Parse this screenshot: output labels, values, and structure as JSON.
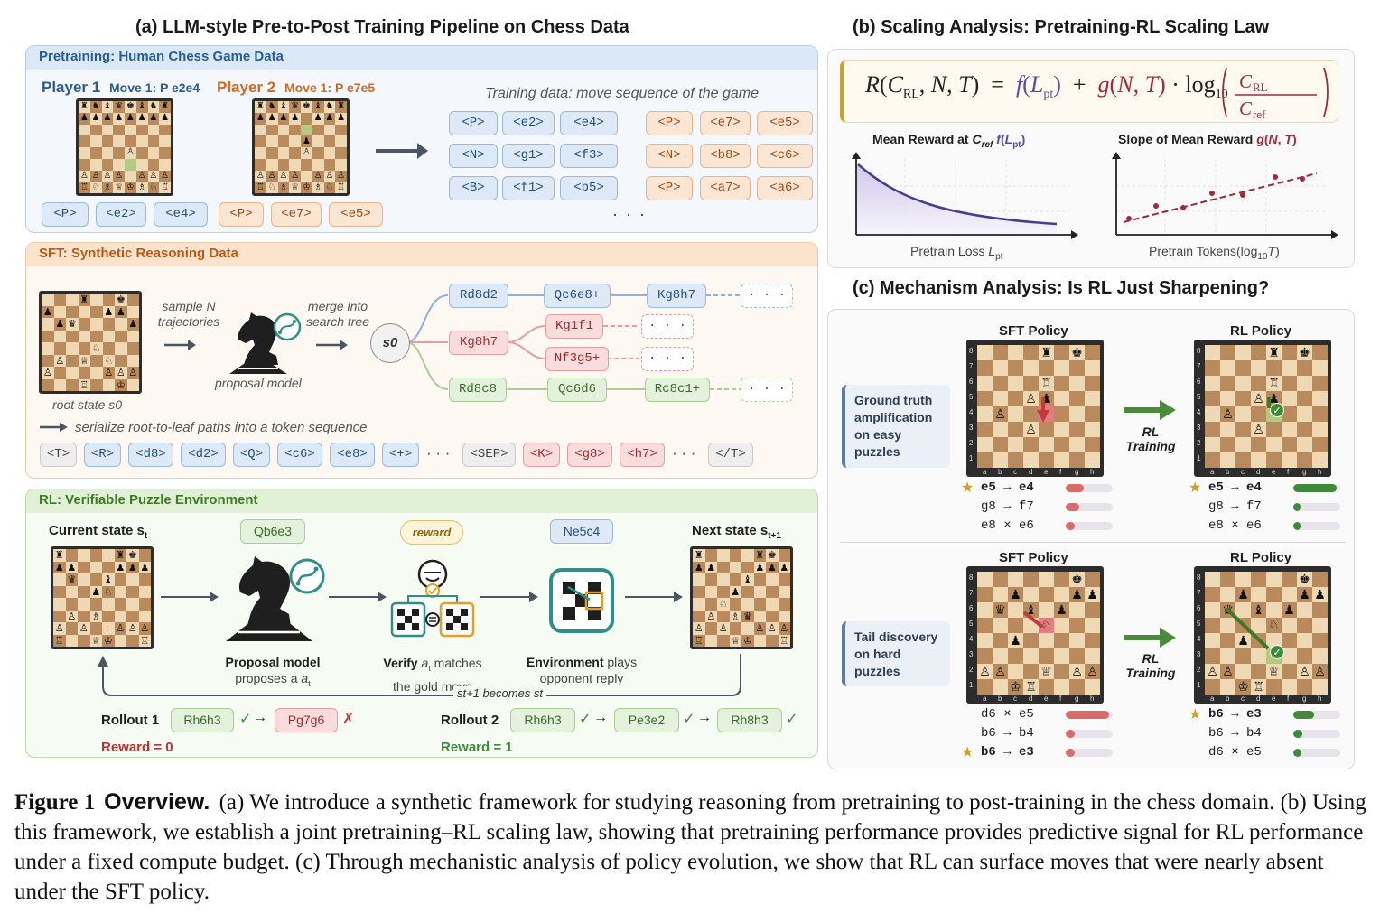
{
  "panel_a": {
    "title": "(a) LLM-style Pre-to-Post Training Pipeline on Chess Data",
    "pretraining": {
      "header": "Pretraining: Human Chess Game Data",
      "player1": "Player 1",
      "player1_move": "Move 1: P e2e4",
      "player2": "Player 2",
      "player2_move": "Move 1: P e7e5",
      "training_caption": "Training data: move sequence of the game",
      "p1_tokens": [
        "<P>",
        "<e2>",
        "<e4>"
      ],
      "p2_tokens": [
        "<P>",
        "<e7>",
        "<e5>"
      ],
      "seq_blue": [
        [
          "<P>",
          "<e2>",
          "<e4>"
        ],
        [
          "<N>",
          "<g1>",
          "<f3>"
        ],
        [
          "<B>",
          "<f1>",
          "<b5>"
        ]
      ],
      "seq_orange": [
        [
          "<P>",
          "<e7>",
          "<e5>"
        ],
        [
          "<N>",
          "<b8>",
          "<c6>"
        ],
        [
          "<P>",
          "<a7>",
          "<a6>"
        ]
      ],
      "ellipsis": "· · ·"
    },
    "sft": {
      "header": "SFT: Synthetic Reasoning Data",
      "root_label": "root state s0",
      "sample_label": "sample N trajectories",
      "merge_label": "merge into search tree",
      "proposal_label": "proposal model",
      "s0": "s0",
      "tree_blue": [
        "Rd8d2",
        "Qc6e8+",
        "Kg8h7"
      ],
      "tree_red": [
        "Kg8h7",
        "Kg1f1",
        "Nf3g5+"
      ],
      "tree_green": [
        "Rd8c8",
        "Qc6d6",
        "Rc8c1+"
      ],
      "dots": "· · ·",
      "serialize_label": "serialize root-to-leaf paths into a token sequence",
      "tokens": [
        {
          "t": "<T>",
          "c": "tg"
        },
        {
          "t": "<R>",
          "c": "tb"
        },
        {
          "t": "<d8>",
          "c": "tb"
        },
        {
          "t": "<d2>",
          "c": "tb"
        },
        {
          "t": "<Q>",
          "c": "tb"
        },
        {
          "t": "<c6>",
          "c": "tb"
        },
        {
          "t": "<e8>",
          "c": "tb"
        },
        {
          "t": "<+>",
          "c": "tb"
        },
        {
          "t": "· · ·",
          "c": "dots"
        },
        {
          "t": "<SEP>",
          "c": "tg"
        },
        {
          "t": "<K>",
          "c": "tr"
        },
        {
          "t": "<g8>",
          "c": "tr"
        },
        {
          "t": "<h7>",
          "c": "tr"
        },
        {
          "t": "· · ·",
          "c": "dots"
        },
        {
          "t": "</T>",
          "c": "tg"
        }
      ]
    },
    "rl": {
      "header": "RL: Verifiable Puzzle Environment",
      "current_state": "Current state s",
      "current_sub": "t",
      "next_state": "Next state s",
      "next_sub": "t+1",
      "action_tag": "Qb6e3",
      "reward_tag": "reward",
      "env_tag": "Ne5c4",
      "proposal_bold": "Proposal model",
      "proposal_rest": "proposes a",
      "proposal_sub": "t",
      "verify_bold": "Verify",
      "verify_rest": "a",
      "verify_sub": "t",
      "verify_tail": "matches",
      "verify_line2": "the gold move",
      "env_bold": "Environment",
      "env_rest": "plays",
      "env_line2": "opponent reply",
      "loop_label": "st+1 becomes st",
      "rollout1": "Rollout 1",
      "rollout1_moves": [
        "Rh6h3",
        "Pg7g6"
      ],
      "rollout1_marks": [
        "✓",
        "✗"
      ],
      "reward1": "Reward = 0",
      "rollout2": "Rollout 2",
      "rollout2_moves": [
        "Rh6h3",
        "Pe3e2",
        "Rh8h3"
      ],
      "rollout2_marks": [
        "✓",
        "✓",
        "✓"
      ],
      "reward2": "Reward = 1"
    }
  },
  "panel_b": {
    "title": "(b) Scaling Analysis: Pretraining-RL Scaling Law",
    "equation": "R(C_RL, N, T) = f(L_pt) + g(N, T) · log10(C_RL / C_ref)",
    "left_plot_title": "Mean Reward at C_ref f(L_pt)",
    "left_xlabel": "Pretrain Loss L_pt",
    "right_plot_title": "Slope of Mean Reward g(N, T)",
    "right_xlabel": "Pretrain Tokens(log10T)"
  },
  "panel_c": {
    "title": "(c) Mechanism Analysis: Is RL Just Sharpening?",
    "row1_label": "Ground truth amplification on easy puzzles",
    "row2_label": "Tail discovery on hard puzzles",
    "sft_policy": "SFT Policy",
    "rl_policy": "RL Policy",
    "rl_training": "RL Training",
    "ranks": [
      "8",
      "7",
      "6",
      "5",
      "4",
      "3",
      "2",
      "1"
    ],
    "files": [
      "a",
      "b",
      "c",
      "d",
      "e",
      "f",
      "g",
      "h"
    ],
    "row1_sft_moves": [
      {
        "move": "e5 → e4",
        "p": 0.38,
        "star": true,
        "color": "#d96b6b"
      },
      {
        "move": "g8 → f7",
        "p": 0.28,
        "star": false,
        "color": "#d96b6b"
      },
      {
        "move": "e8 × e6",
        "p": 0.2,
        "star": false,
        "color": "#d96b6b"
      }
    ],
    "row1_rl_moves": [
      {
        "move": "e5 → e4",
        "p": 0.92,
        "star": true,
        "color": "#3f8a3a"
      },
      {
        "move": "g8 → f7",
        "p": 0.16,
        "star": false,
        "color": "#3f8a3a"
      },
      {
        "move": "e8 × e6",
        "p": 0.15,
        "star": false,
        "color": "#3f8a3a"
      }
    ],
    "row2_sft_moves": [
      {
        "move": "d6 × e5",
        "p": 0.92,
        "star": false,
        "color": "#d96b6b"
      },
      {
        "move": "b6 → b4",
        "p": 0.2,
        "star": false,
        "color": "#d96b6b"
      },
      {
        "move": "b6 → e3",
        "p": 0.2,
        "star": true,
        "color": "#d96b6b"
      }
    ],
    "row2_rl_moves": [
      {
        "move": "b6 → e3",
        "p": 0.45,
        "star": true,
        "color": "#3f8a3a"
      },
      {
        "move": "b6 → b4",
        "p": 0.2,
        "star": false,
        "color": "#3f8a3a"
      },
      {
        "move": "d6 × e5",
        "p": 0.18,
        "star": false,
        "color": "#3f8a3a"
      }
    ]
  },
  "caption": {
    "fig": "Figure 1",
    "bold": "Overview.",
    "text": "(a) We introduce a synthetic framework for studying reasoning from pretraining to post-training in the chess domain. (b) Using this framework, we establish a joint pretraining–RL scaling law, showing that pretraining performance provides predictive signal for RL performance under a fixed compute budget. (c) Through mechanistic analysis of policy evolution, we show that RL can surface moves that were nearly absent under the SFT policy."
  },
  "colors": {
    "blue_panel": "#eaf2fb",
    "orange_panel": "#fdf1e6",
    "green_panel": "#eef6ea",
    "red_bar": "#d96b6b",
    "green_bar": "#3f8a3a",
    "accent_purple": "#5b4a9e",
    "accent_red": "#a12a3a",
    "gold": "#c9a227"
  }
}
